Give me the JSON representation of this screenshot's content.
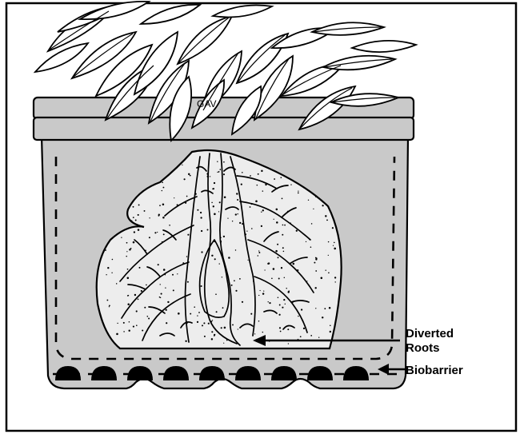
{
  "diagram": {
    "labels": {
      "diverted_roots_line1": "Diverted",
      "diverted_roots_line2": "Roots",
      "biobarrier": "Biobarrier"
    },
    "rim_text": "GAV",
    "colors": {
      "pot_fill": "#c9c9c9",
      "root_ball_fill": "#ededed",
      "stroke": "#000000",
      "background": "#ffffff"
    }
  }
}
